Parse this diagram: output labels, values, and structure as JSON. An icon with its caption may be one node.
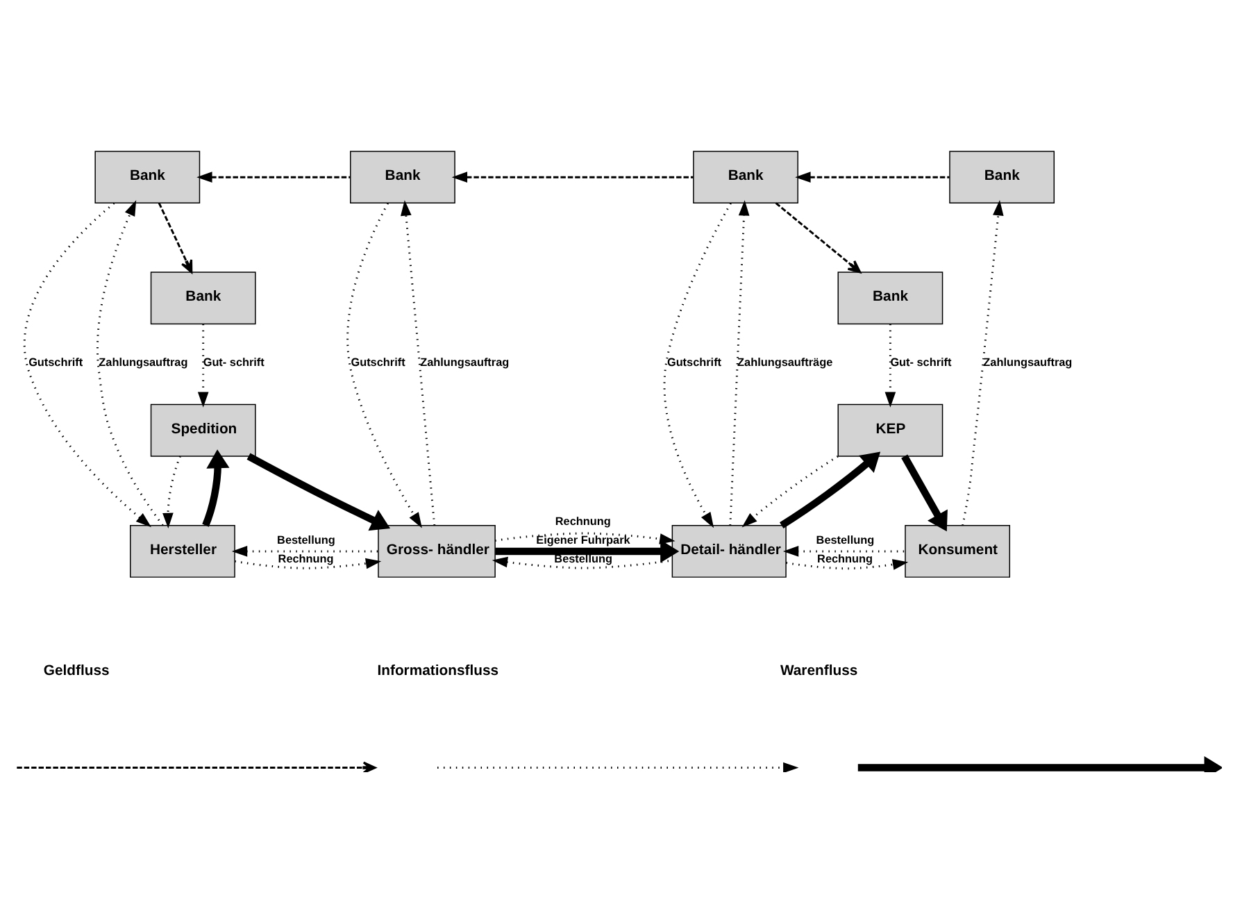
{
  "diagram": {
    "nodes": [
      {
        "text": [
          "Bank"
        ]
      },
      {
        "text": [
          "Bank"
        ]
      },
      {
        "text": [
          "Bank"
        ]
      },
      {
        "text": [
          "Bank"
        ]
      },
      {
        "text": [
          "Bank"
        ]
      },
      {
        "text": [
          "Bank"
        ]
      },
      {
        "text": [
          "Spedition"
        ]
      },
      {
        "text": [
          "KEP"
        ]
      },
      {
        "text": [
          "Hersteller"
        ]
      },
      {
        "text": [
          "Gross- händler"
        ]
      },
      {
        "text": [
          "Detail- händler"
        ]
      },
      {
        "text": [
          "Konsument"
        ]
      }
    ],
    "edges": [
      {
        "from": 1,
        "to": 0,
        "arrow": "to",
        "style": "dashed"
      },
      {
        "from": 2,
        "to": 1,
        "arrow": "to",
        "style": "dashed"
      },
      {
        "from": 3,
        "to": 2,
        "arrow": "to",
        "style": "dashed"
      },
      {
        "from": 0,
        "to": 4,
        "arrow": "to",
        "style": "dashed"
      },
      {
        "from": 2,
        "to": 5,
        "arrow": "to",
        "style": "dashed"
      },
      {
        "from": 8,
        "to": 0,
        "arrow": "to",
        "style": "dashed",
        "label": "Zahlungsauftrag"
      },
      {
        "from": 0,
        "to": 8,
        "arrow": "to",
        "style": "dashed",
        "label": "Gutschrift"
      },
      {
        "from": 4,
        "to": 6,
        "arrow": "to",
        "style": "dashed",
        "label": "Gut- schrift"
      },
      {
        "from": 9,
        "to": 1,
        "arrow": "to",
        "style": "dashed",
        "label": "Zahlungsauftrag"
      },
      {
        "from": 1,
        "to": 9,
        "arrow": "to",
        "style": "dashed",
        "label": "Gutschrift"
      },
      {
        "from": 10,
        "to": 2,
        "arrow": "to",
        "style": "dashed",
        "label": "Zahlungsaufträge"
      },
      {
        "from": 2,
        "to": 10,
        "arrow": "to",
        "style": "dashed",
        "label": "Gutschrift"
      },
      {
        "from": 5,
        "to": 7,
        "arrow": "to",
        "style": "dashed",
        "label": "Gut- schrift"
      },
      {
        "from": 11,
        "to": 3,
        "arrow": "to",
        "style": "dashed",
        "label": "Zahlungsauftrag"
      },
      {
        "from": 6,
        "to": 8,
        "arrow": "to",
        "style": "dashed"
      },
      {
        "from": 8,
        "to": 6,
        "arrow": "to",
        "style": "thick"
      },
      {
        "from": 6,
        "to": 9,
        "arrow": "to",
        "style": "thick"
      },
      {
        "from": 9,
        "to": 10,
        "arrow": "to",
        "style": "thick",
        "label": "Eigener Fuhrpark"
      },
      {
        "from": 7,
        "to": 10,
        "arrow": "to",
        "style": "dashed"
      },
      {
        "from": 10,
        "to": 7,
        "arrow": "to",
        "style": "thick"
      },
      {
        "from": 7,
        "to": 11,
        "arrow": "to",
        "style": "thick"
      },
      {
        "from": 8,
        "to": 9,
        "arrow": "to",
        "style": "dashed",
        "label": "Rechnung"
      },
      {
        "from": 9,
        "to": 8,
        "arrow": "to",
        "style": "dashed",
        "label": "Bestellung"
      },
      {
        "from": 9,
        "to": 10,
        "arrow": "to",
        "style": "dashed",
        "label": "Rechnung"
      },
      {
        "from": 10,
        "to": 9,
        "arrow": "to",
        "style": "dashed",
        "label": "Bestellung"
      },
      {
        "from": 10,
        "to": 11,
        "arrow": "to",
        "style": "dashed",
        "label": "Rechnung"
      },
      {
        "from": 11,
        "to": 10,
        "arrow": "to",
        "style": "dashed",
        "label": "Bestellung"
      }
    ],
    "legend": [
      {
        "text": "Geldfluss"
      },
      {
        "text": "Informationsfluss"
      },
      {
        "text": "Warenfluss"
      }
    ]
  }
}
